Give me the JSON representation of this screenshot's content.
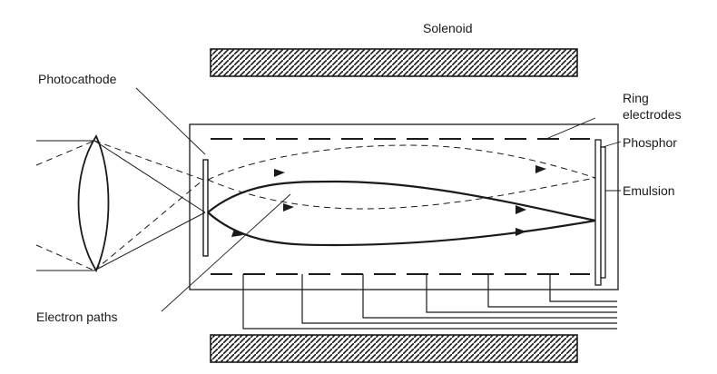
{
  "labels": {
    "solenoid": "Solenoid",
    "photocathode": "Photocathode",
    "ring_line1": "Ring",
    "ring_line2": "electrodes",
    "phosphor": "Phosphor",
    "emulsion": "Emulsion",
    "electron_paths": "Electron paths"
  },
  "colors": {
    "ink": "#1a1a1a",
    "background": "#ffffff"
  }
}
